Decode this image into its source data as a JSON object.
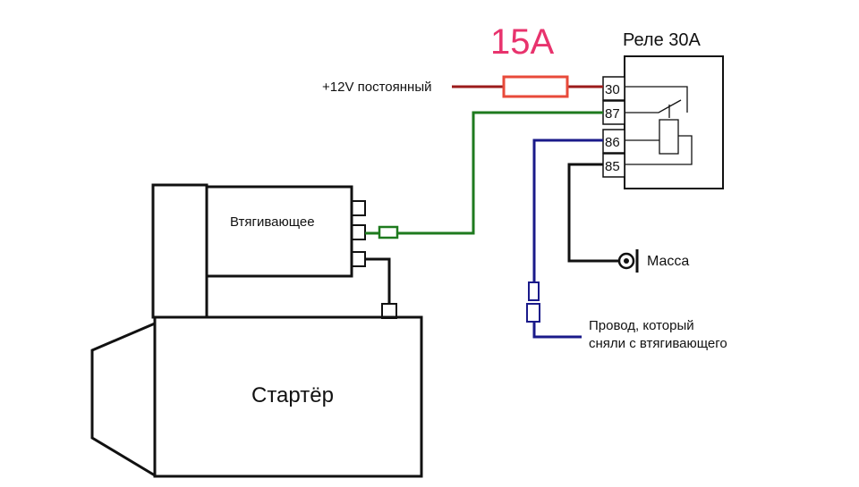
{
  "fuse": {
    "rating": "15A",
    "color": "#e8336d"
  },
  "relay": {
    "title": "Реле 30А",
    "pins": [
      "30",
      "87",
      "86",
      "85"
    ]
  },
  "power_label": "+12V постоянный",
  "solenoid_label": "Втягивающее",
  "starter_label": "Стартёр",
  "ground_label": "Масса",
  "removed_wire_label": [
    "Провод, который",
    "сняли с втягивающего"
  ],
  "colors": {
    "power_wire": "#9b1b1b",
    "fuse_outline": "#e84a3a",
    "trigger_wire": "#1e7a1e",
    "control_wire": "#1a1a8a",
    "ground_wire": "#111111"
  }
}
